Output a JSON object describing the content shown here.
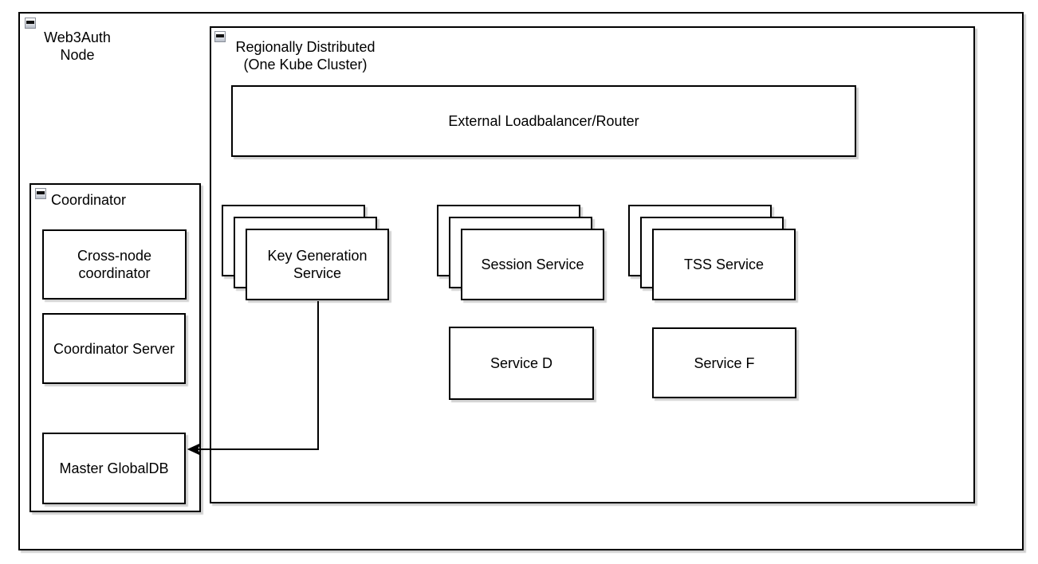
{
  "diagram": {
    "groups": {
      "web3auth_node": {
        "label_line1": "Web3Auth",
        "label_line2": "Node",
        "collapse_icon": "minus"
      },
      "regionally_distributed": {
        "label_line1": "Regionally Distributed",
        "label_line2": "(One Kube Cluster)",
        "collapse_icon": "minus"
      },
      "coordinator": {
        "label": "Coordinator",
        "collapse_icon": "minus"
      }
    },
    "nodes": {
      "external_loadbalancer": {
        "label": "External Loadbalancer/Router"
      },
      "key_generation_service": {
        "label_line1": "Key Generation",
        "label_line2": "Service",
        "stacked": true
      },
      "session_service": {
        "label": "Session Service",
        "stacked": true
      },
      "tss_service": {
        "label": "TSS Service",
        "stacked": true
      },
      "service_d": {
        "label": "Service D"
      },
      "service_f": {
        "label": "Service F"
      },
      "cross_node_coordinator": {
        "label_line1": "Cross-node",
        "label_line2": "coordinator"
      },
      "coordinator_server": {
        "label": "Coordinator Server"
      },
      "master_globaldb": {
        "label": "Master GlobalDB"
      }
    },
    "edges": [
      {
        "from": "Key Generation Service",
        "to": "Master GlobalDB",
        "style": "orthogonal",
        "arrowhead": "target"
      }
    ],
    "colors": {
      "shape_border": "#000000",
      "shape_fill": "#ffffff",
      "text": "#000000",
      "background": "#ffffff",
      "shadow": "#bdbdbd"
    }
  }
}
